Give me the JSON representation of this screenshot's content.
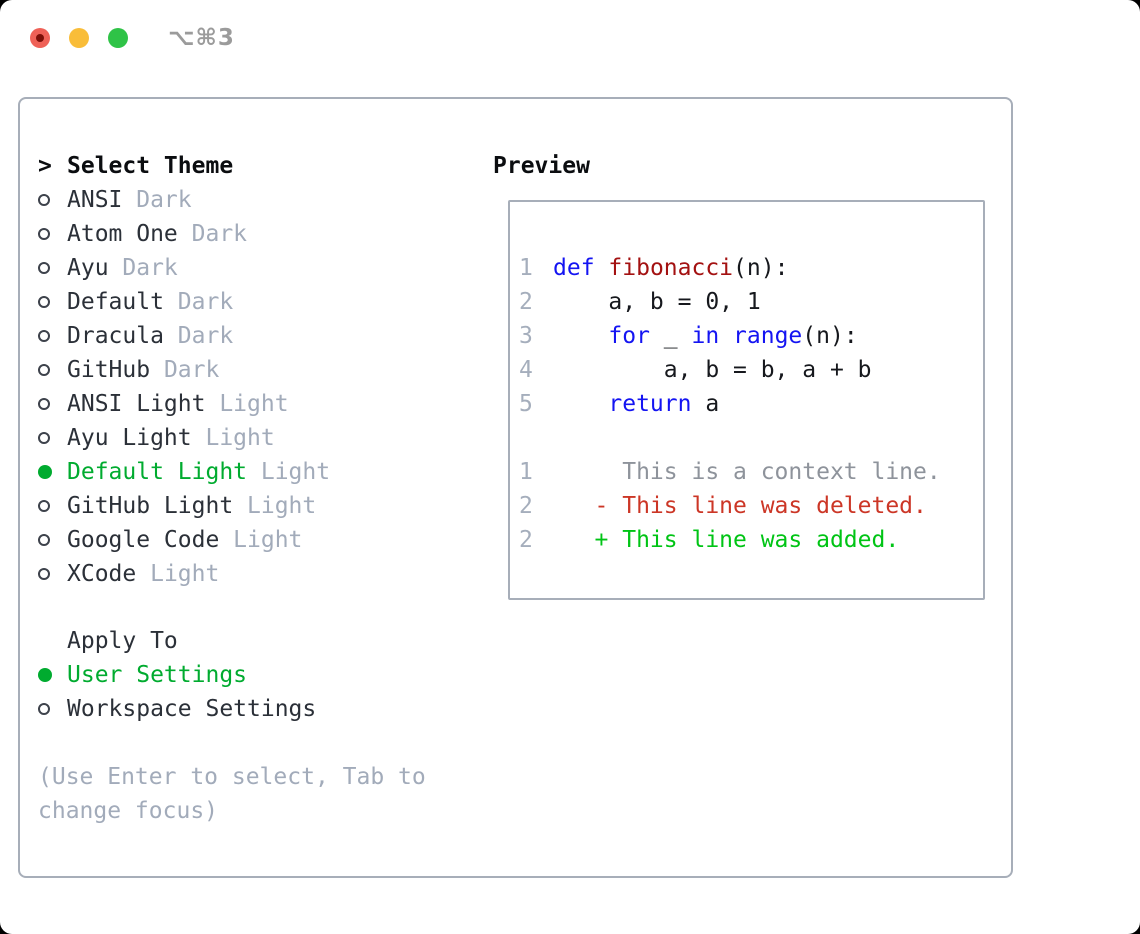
{
  "window": {
    "title_shortcut": "⌥⌘3"
  },
  "colors": {
    "accent_green": "#00ab2f",
    "keyword_blue": "#1414f2",
    "function_red": "#a31111",
    "diff_added_green": "#00c415",
    "diff_deleted_red": "#cc3626",
    "muted_gray": "#a2abba",
    "border_gray": "#a7aeb9"
  },
  "theme_picker": {
    "prompt": ">",
    "title": "Select Theme",
    "items": [
      {
        "name": "ANSI",
        "tag": "Dark",
        "selected": false
      },
      {
        "name": "Atom One",
        "tag": "Dark",
        "selected": false
      },
      {
        "name": "Ayu",
        "tag": "Dark",
        "selected": false
      },
      {
        "name": "Default",
        "tag": "Dark",
        "selected": false
      },
      {
        "name": "Dracula",
        "tag": "Dark",
        "selected": false
      },
      {
        "name": "GitHub",
        "tag": "Dark",
        "selected": false
      },
      {
        "name": "ANSI Light",
        "tag": "Light",
        "selected": false
      },
      {
        "name": "Ayu Light",
        "tag": "Light",
        "selected": false
      },
      {
        "name": "Default Light",
        "tag": "Light",
        "selected": true
      },
      {
        "name": "GitHub Light",
        "tag": "Light",
        "selected": false
      },
      {
        "name": "Google Code",
        "tag": "Light",
        "selected": false
      },
      {
        "name": "XCode",
        "tag": "Light",
        "selected": false
      }
    ]
  },
  "apply_to": {
    "title": "Apply To",
    "options": [
      {
        "name": "User Settings",
        "selected": true
      },
      {
        "name": "Workspace Settings",
        "selected": false
      }
    ]
  },
  "hint": {
    "line1": "(Use Enter to select, Tab to",
    "line2": "change focus)"
  },
  "preview": {
    "title": "Preview",
    "code_lines": [
      {
        "num": "1",
        "tokens": [
          {
            "t": "def",
            "c": "kw"
          },
          {
            "t": " ",
            "c": "pl"
          },
          {
            "t": "fibonacci",
            "c": "fn"
          },
          {
            "t": "(n):",
            "c": "pl"
          }
        ]
      },
      {
        "num": "2",
        "tokens": [
          {
            "t": "    a, b = 0, 1",
            "c": "pl"
          }
        ]
      },
      {
        "num": "3",
        "tokens": [
          {
            "t": "    ",
            "c": "pl"
          },
          {
            "t": "for",
            "c": "kw"
          },
          {
            "t": " _ ",
            "c": "pl"
          },
          {
            "t": "in",
            "c": "kw"
          },
          {
            "t": " ",
            "c": "pl"
          },
          {
            "t": "range",
            "c": "kw"
          },
          {
            "t": "(n):",
            "c": "pl"
          }
        ]
      },
      {
        "num": "4",
        "tokens": [
          {
            "t": "        a, b = b, a + b",
            "c": "pl"
          }
        ]
      },
      {
        "num": "5",
        "tokens": [
          {
            "t": "    ",
            "c": "pl"
          },
          {
            "t": "return",
            "c": "kw"
          },
          {
            "t": " a",
            "c": "pl"
          }
        ]
      }
    ],
    "diff_lines": [
      {
        "num": "1",
        "text": "     This is a context line.",
        "kind": "context"
      },
      {
        "num": "2",
        "text": "   - This line was deleted.",
        "kind": "deleted"
      },
      {
        "num": "2",
        "text": "   + This line was added.",
        "kind": "added"
      }
    ]
  }
}
